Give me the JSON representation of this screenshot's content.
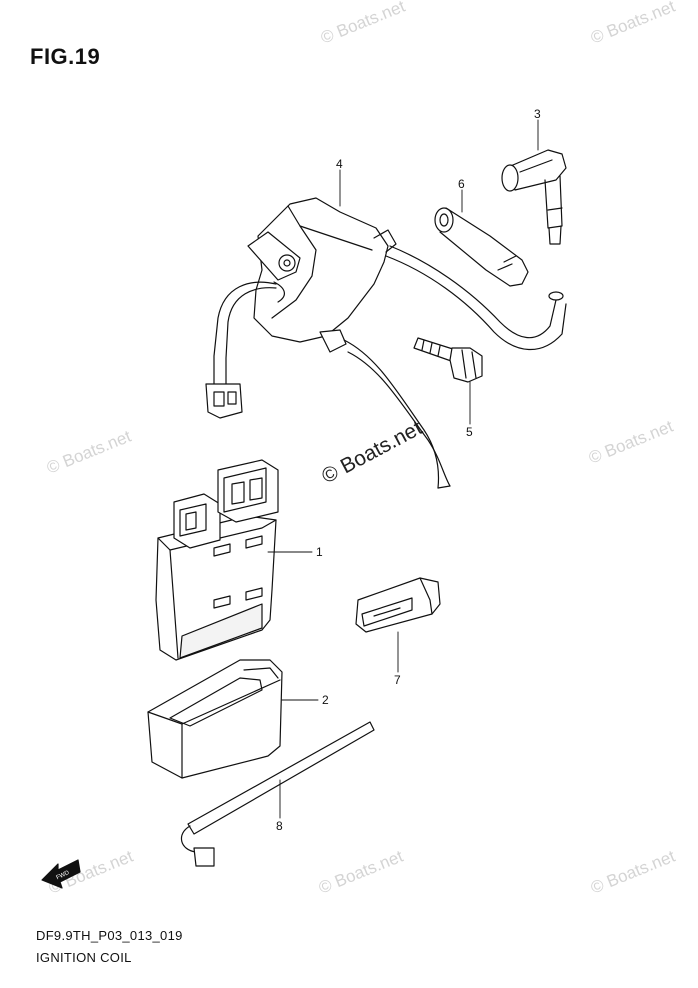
{
  "figure": {
    "title": "FIG.19"
  },
  "watermark": {
    "text": "© Boats.net"
  },
  "parts": [
    {
      "ref": "1"
    },
    {
      "ref": "2"
    },
    {
      "ref": "3"
    },
    {
      "ref": "4"
    },
    {
      "ref": "5"
    },
    {
      "ref": "6"
    },
    {
      "ref": "7"
    },
    {
      "ref": "8"
    }
  ],
  "fwd_arrow": {
    "label": "FWD"
  },
  "footer": {
    "code": "DF9.9TH_P03_013_019",
    "section": "IGNITION COIL"
  }
}
